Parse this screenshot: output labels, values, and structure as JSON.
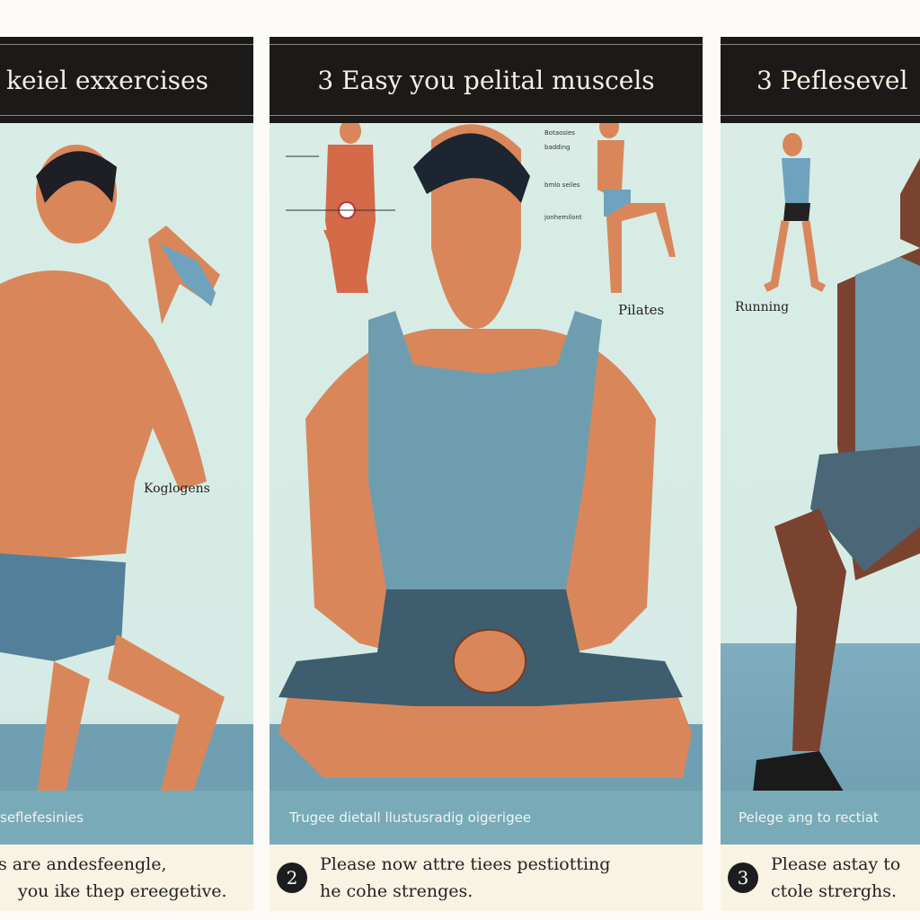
{
  "panels": [
    {
      "title": "keiel exxercises",
      "label": "Koglogens",
      "caption": "seflefesinies",
      "text_line1": "s are andesfeengle,",
      "text_line2": "you ike thep ereegetive."
    },
    {
      "title": "3 Easy you pelital muscels",
      "label": "Pilates",
      "side_labels": [
        "Botaosies",
        "badding",
        "bmlo seiles",
        "jonhemilont"
      ],
      "caption": "Trugee dietall llustusradig oigerigee",
      "number": "2",
      "text_line1": "Please now attre tiees pestiotting",
      "text_line2": "he cohe strenges."
    },
    {
      "title": "3 Peflesevel",
      "label": "Running",
      "caption": "Pelege ang to rectiat",
      "number": "3",
      "text_line1": "Please astay to",
      "text_line2": "ctole strerghs."
    }
  ],
  "colors": {
    "header": "#1c1a19",
    "sky": "#d9ece6",
    "floor": "#6f9fb1",
    "caption_band": "#79aab7",
    "text_band": "#f8f3e3",
    "tank_top": "#6f9db0",
    "skin": "#d9875a"
  }
}
